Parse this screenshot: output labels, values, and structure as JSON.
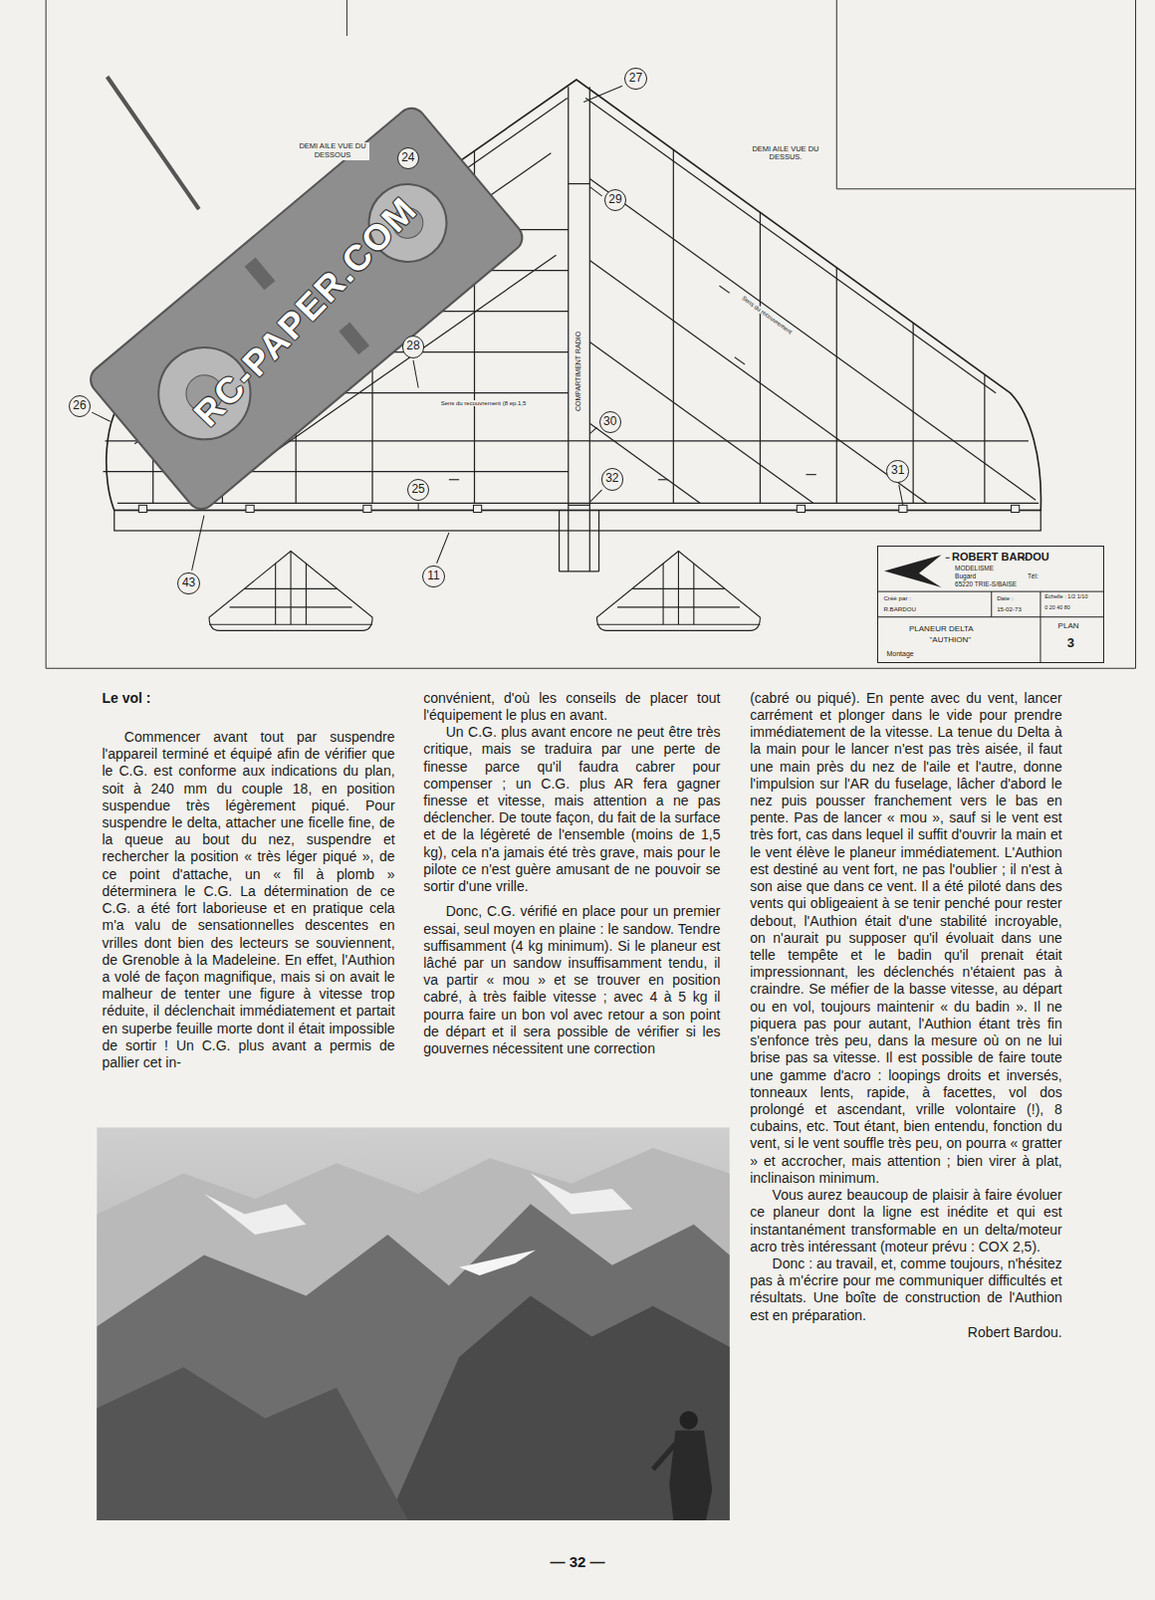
{
  "diagram": {
    "nodes": [
      {
        "text": [
          "ROBERT BARDOU",
          "MODELISME",
          "Bugard",
          "Tél:",
          "65220 TRIE-S/BAISE",
          "Créé par :",
          "R.BARDOU",
          "Date :",
          "15-02-73",
          "Echelle : 1/2 1/10",
          "0 20 40 80",
          "PLANEUR DELTA",
          "\"AUTHION\"",
          "Montage",
          "PLAN",
          "3"
        ]
      }
    ],
    "labels": [
      "DEMI AILE VUE DU DESSOUS",
      "DEMI AILE VUE DU DESSUS.",
      "COMPARTIMENT RADIO",
      "Sens du recouvrement (8 ep.1,5",
      "Sens du recouvrement",
      "RC-PAPER.COM",
      "27",
      "24",
      "29",
      "28",
      "26",
      "30",
      "32",
      "25",
      "31",
      "43",
      "11",
      "Le vol :",
      "Commencer avant tout par suspendre l'appareil terminé et équipé afin de vérifier que le C.G. est conforme aux indications du plan, soit à 240 mm du couple 18, en position suspendue très légèrement piqué. Pour suspendre le delta, attacher une ficelle fine, de la queue au bout du nez, suspendre et rechercher la position « très léger piqué », de ce point d'attache, un « fil à plomb » déterminera le C.G. La détermination de ce C.G. a été fort laborieuse et en pratique cela m'a valu de sensationnelles descentes en vrilles dont bien des lecteurs se souviennent, de Grenoble à la Madeleine. En effet, l'Authion a volé de façon magnifique, mais si on avait le malheur de tenter une figure à vitesse trop réduite, il déclenchait immédiatement et partait en superbe feuille morte dont il était impossible de sortir ! Un C.G. plus avant a permis de pallier cet in-",
      "convénient, d'où les conseils de placer tout l'équipement le plus en avant.",
      "Un C.G. plus avant encore ne peut être très critique, mais se traduira par une perte de finesse parce qu'il faudra cabrer pour compenser ; un C.G. plus AR fera gagner finesse et vitesse, mais attention a ne pas déclencher. De toute façon, du fait de la surface et de la légèreté de l'ensemble (moins de 1,5 kg), cela n'a jamais été très grave, mais pour le pilote ce n'est guère amusant de ne pouvoir se sortir d'une vrille.",
      "Donc, C.G. vérifié en place pour un premier essai, seul moyen en plaine : le sandow. Tendre suffisamment (4 kg minimum). Si le planeur est lâché par un sandow insuffisamment tendu, il va partir « mou » et se trouver en position cabré, à très faible vitesse ; avec 4 à 5 kg il pourra faire un bon vol avec retour a son point de départ et il sera possible de vérifier si les gouvernes nécessitent une correction",
      "(cabré ou piqué). En pente avec du vent, lancer carrément et plonger dans le vide pour prendre immédiatement de la vitesse. La tenue du Delta à la main pour le lancer n'est pas très aisée, il faut une main près du nez de l'aile et l'autre, donne l'impulsion sur l'AR du fuselage, lâcher d'abord le nez puis pousser franchement vers le bas en pente. Pas de lancer « mou », sauf si le vent est très fort, cas dans lequel il suffit d'ouvrir la main et le vent élève le planeur immédiatement. L'Authion est destiné au vent fort, ne pas l'oublier ; il n'est à son aise que dans ce vent. Il a été piloté dans des vents qui obligeaient à se tenir penché pour rester debout, l'Authion était d'une stabilité incroyable, on n'aurait pu supposer qu'il évoluait dans une telle tempête et le badin qu'il prenait était impressionnant, les déclenchés n'étaient pas à craindre. Se méfier de la basse vitesse, au départ ou en vol, toujours maintenir « du badin ». Il ne piquera pas pour autant, l'Authion étant très fin s'enfonce très peu, dans la mesure où on ne lui brise pas sa vitesse. Il est possible de faire toute une gamme d'acro : loopings droits et inversés, tonneaux lents, rapide, à facettes, vol dos prolongé et ascendant, vrille volontaire (!), 8 cubains, etc. Tout étant, bien entendu, fonction du vent, si le vent souffle très peu, on pourra « gratter » et accrocher, mais attention ; bien virer à plat, inclinaison minimum.",
      "Vous aurez beaucoup de plaisir à faire évoluer ce planeur dont la ligne est inédite et qui est instantanément transformable en un delta/moteur acro très intéressant (moteur prévu : COX 2,5).",
      "Donc : au travail, et, comme toujours, n'hésitez pas à m'écrire pour me communiquer difficultés et résultats. Une boîte de construction de l'Authion est en préparation.",
      "Robert Bardou.",
      "— 32 —"
    ]
  }
}
